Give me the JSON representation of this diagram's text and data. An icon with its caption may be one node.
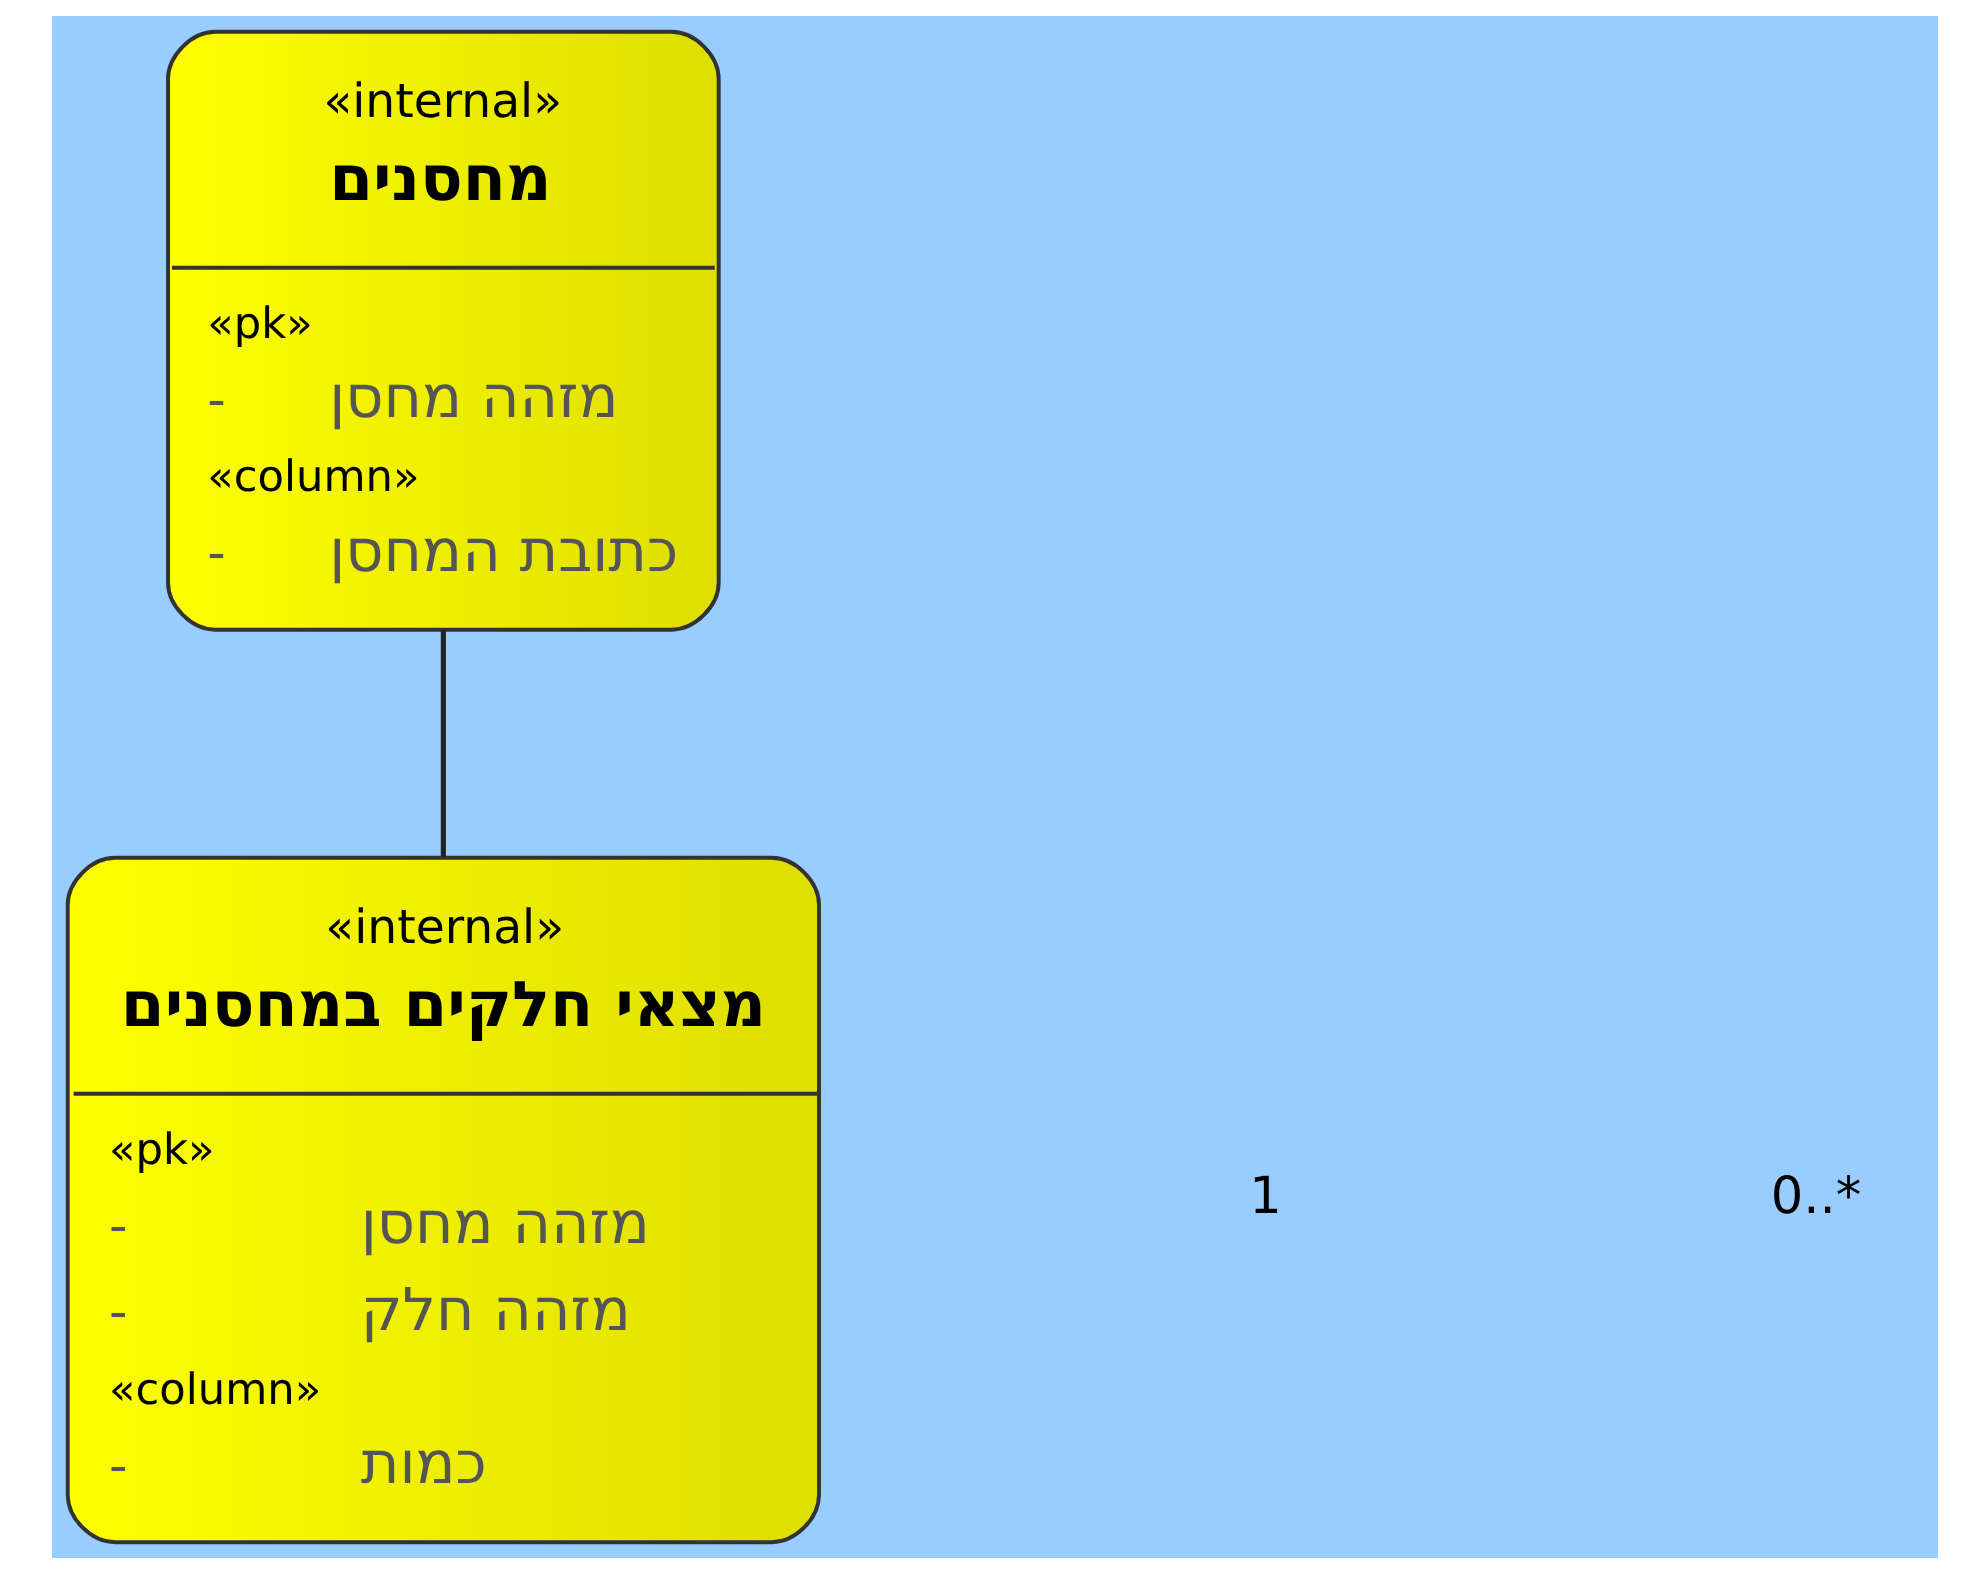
{
  "diagram": {
    "nodes": [
      {
        "text": [
          "«internal»",
          "מחסנים",
          "«pk»",
          "-",
          "מזהה מחסן",
          "«column»",
          "-",
          "כתובת המחסן"
        ]
      },
      {
        "text": [
          "«internal»",
          "מצאי חלקים במחסנים",
          "«pk»",
          "-",
          "מזהה מחסן",
          "-",
          "מזהה חלק",
          "«column»",
          "-",
          "כמות"
        ]
      }
    ],
    "edges": [
      {
        "from": 1,
        "to": 0,
        "arrow": "none"
      }
    ],
    "labels": [
      "1",
      "0..*"
    ]
  }
}
